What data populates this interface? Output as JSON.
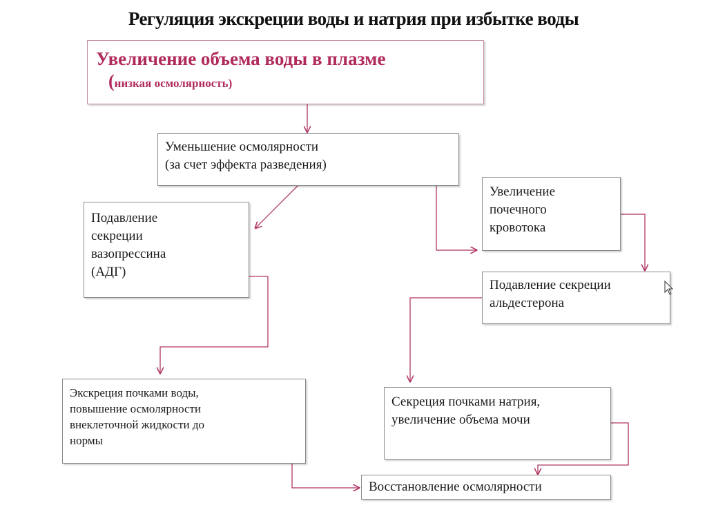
{
  "title": "Регуляция экскреции воды и натрия при избытке воды",
  "accent_color": "#b02a5c",
  "connector_color": "#b03565",
  "boxes": {
    "plasma": {
      "line1": "Увеличение объема воды в плазме",
      "line2_open": "(",
      "line2": "низкая осмолярность)"
    },
    "osmolarity_decrease": {
      "lines": [
        "Уменьшение осмолярности",
        "(за счет эффекта разведения)"
      ]
    },
    "vasopressin": {
      "lines": [
        "Подавление",
        "секреции",
        "вазопрессина",
        "(АДГ)"
      ]
    },
    "renal_flow": {
      "lines": [
        "Увеличение",
        "почечного",
        "кровотока"
      ]
    },
    "aldosterone": {
      "lines": [
        "Подавление секреции",
        "альдестерона"
      ]
    },
    "water_excretion": {
      "lines": [
        "Экскреция почками воды,",
        "повышение осмолярности",
        "внеклеточной жидкости до",
        "нормы"
      ]
    },
    "sodium_secretion": {
      "lines": [
        "Секреция почками натрия,",
        "увеличение объема мочи"
      ]
    },
    "restoration": {
      "lines": [
        "Восстановление осмолярности"
      ]
    }
  }
}
